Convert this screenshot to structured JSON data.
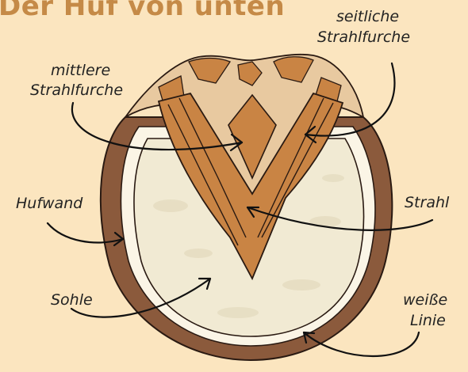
{
  "title": "Der Huf von unten",
  "labels": {
    "mittlere_l1": "mittlere",
    "mittlere_l2": "Strahlfurche",
    "seitliche_l1": "seitliche",
    "seitliche_l2": "Strahlfurche",
    "hufwand": "Hufwand",
    "strahl": "Strahl",
    "sohle": "Sohle",
    "weisse_l1": "weiße",
    "weisse_l2": "Linie"
  },
  "colors": {
    "background": "#fbe5bf",
    "title": "#c58a47",
    "hoof_wall": "#8b5a3c",
    "sole": "#f1ead3",
    "frog": "#c98444",
    "heel_cream": "#e8c9a0"
  }
}
